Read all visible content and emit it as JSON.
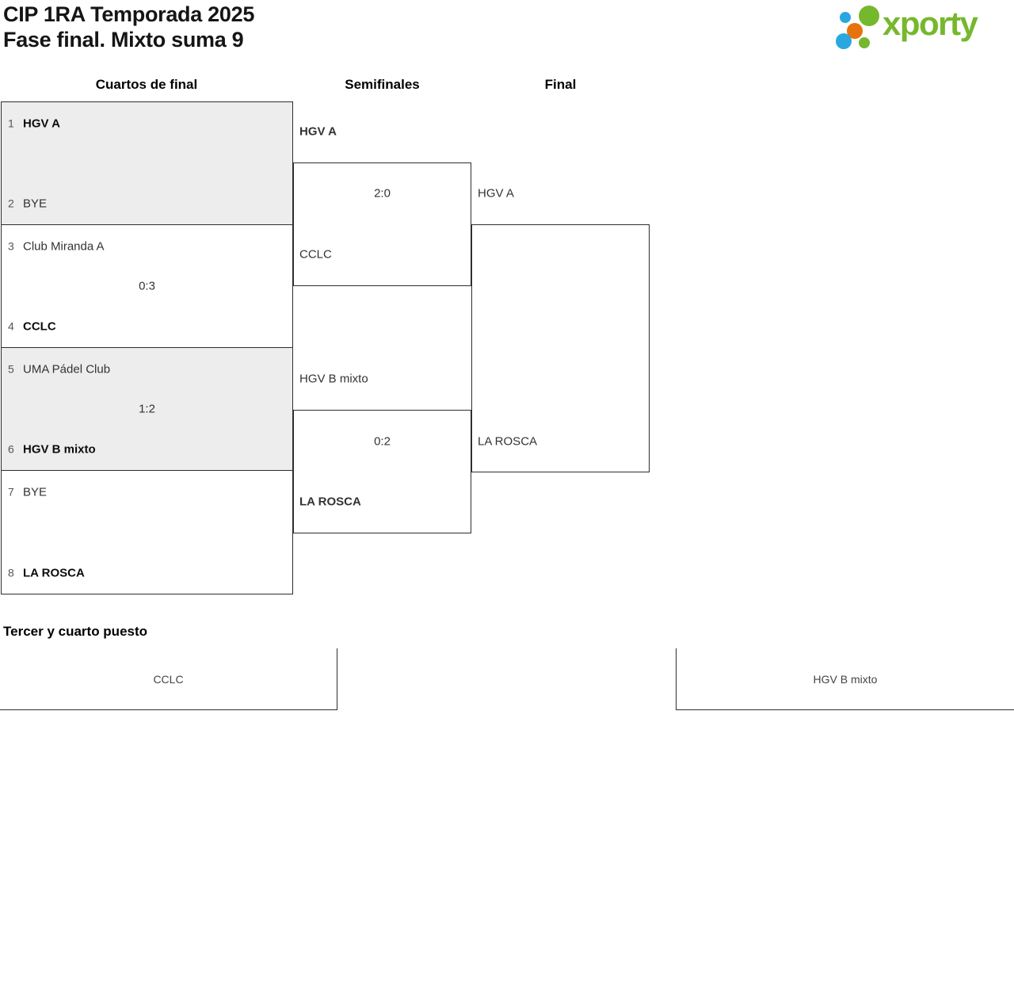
{
  "header": {
    "title_line1": "CIP 1RA Temporada 2025",
    "title_line2": "Fase final. Mixto suma 9",
    "logo_text": "xporty"
  },
  "columns": {
    "quarterfinals": "Cuartos de final",
    "semifinals": "Semifinales",
    "final": "Final"
  },
  "bracket": {
    "quarterfinals": [
      {
        "seed1": "1",
        "team1": "HGV A",
        "seed2": "2",
        "team2": "BYE",
        "score": ""
      },
      {
        "seed1": "3",
        "team1": "Club Miranda A",
        "seed2": "4",
        "team2": "CCLC",
        "score": "0:3"
      },
      {
        "seed1": "5",
        "team1": "UMA Pádel Club",
        "seed2": "6",
        "team2": "HGV B mixto",
        "score": "1:2"
      },
      {
        "seed1": "7",
        "team1": "BYE",
        "seed2": "8",
        "team2": "LA ROSCA",
        "score": ""
      }
    ],
    "semifinals": [
      {
        "team1": "HGV A",
        "team2": "CCLC",
        "score": "2:0"
      },
      {
        "team1": "HGV B mixto",
        "team2": "LA ROSCA",
        "score": "0:2"
      }
    ],
    "final": {
      "team1": "HGV A",
      "team2": "LA ROSCA"
    }
  },
  "third_place": {
    "heading": "Tercer y cuarto puesto",
    "left_team": "CCLC",
    "right_team": "HGV B mixto"
  },
  "colors": {
    "logo_green": "#76b82d",
    "logo_blue": "#29a8e0",
    "logo_orange": "#e8720c",
    "line": "#2e2e2e",
    "shaded_bg": "#ededed"
  }
}
